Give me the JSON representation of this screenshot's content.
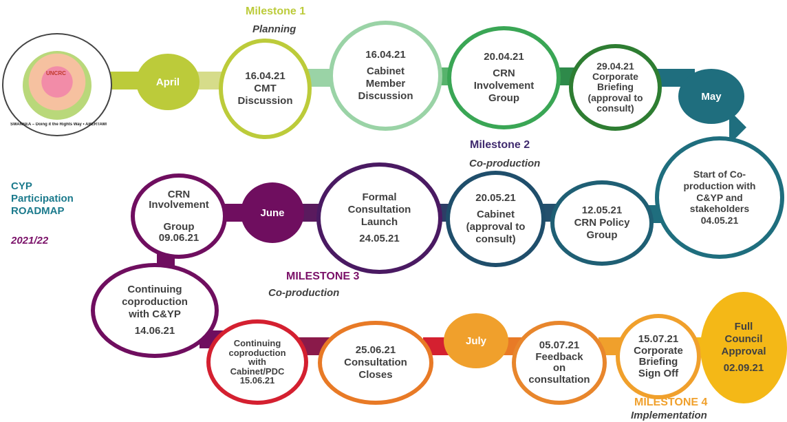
{
  "colors": {
    "lime": "#bccb3a",
    "mint": "#7dcc9a",
    "green": "#3aa655",
    "darkgreen": "#2e7d32",
    "teal": "#1f6e7e",
    "navy": "#1f4e6b",
    "purple": "#6f0e5f",
    "red": "#d42030",
    "orange": "#e87a26",
    "amber": "#f0a02c",
    "gold": "#f4b817",
    "title_teal": "#1b7a8c",
    "plum": "#7a1068"
  },
  "logo": {
    "ring_text": "SWANSEA – Doing it the Rights Way • ABERTAWE – Yn Sicrhau Hawliau Plant • UNCRC@swansea.gov.uk",
    "badge": "UNCRC"
  },
  "sidebar": {
    "title_line1": "CYP",
    "title_line2": "Participation",
    "title_line3": "ROADMAP",
    "year": "2021/22"
  },
  "milestones": [
    {
      "title": "Milestone 1",
      "subtitle": "Planning"
    },
    {
      "title": "Milestone 2",
      "subtitle": "Co-production"
    },
    {
      "title": "MILESTONE 3",
      "subtitle": "Co-production"
    },
    {
      "title": "MILESTONE 4",
      "subtitle": "Implementation"
    }
  ],
  "months": {
    "april": "April",
    "may": "May",
    "june": "June",
    "july": "July"
  },
  "steps": {
    "cmt": {
      "date": "16.04.21",
      "text": "CMT\nDiscussion"
    },
    "cabinet_member": {
      "date": "16.04.21",
      "text": "Cabinet\nMember\nDiscussion"
    },
    "crn_group_april": {
      "date": "20.04.21",
      "text": "CRN\nInvolvement\nGroup"
    },
    "corporate_briefing": {
      "date": "29.04.21",
      "text": "Corporate\nBriefing\n(approval to\nconsult)"
    },
    "start_coproduction": {
      "text": "Start of Co-\nproduction with\nC&YP and\nstakeholders",
      "date": "04.05.21"
    },
    "crn_policy": {
      "date": "12.05.21",
      "text": "CRN Policy\nGroup"
    },
    "cabinet_approval": {
      "date": "20.05.21",
      "text": "Cabinet\n(approval to\nconsult)"
    },
    "formal_consultation": {
      "text": "Formal\nConsultation\nLaunch",
      "date": "24.05.21"
    },
    "crn_group_june": {
      "text": "CRN\nInvolvement\n\nGroup",
      "date": "09.06.21"
    },
    "continuing_cyp": {
      "text": "Continuing\ncoproduction\nwith C&YP",
      "date": "14.06.21"
    },
    "continuing_cabinet": {
      "text": "Continuing\ncoproduction\nwith\nCabinet/PDC",
      "date": "15.06.21"
    },
    "consultation_closes": {
      "date": "25.06.21",
      "text": "Consultation\nCloses"
    },
    "feedback": {
      "date": "05.07.21",
      "text": "Feedback\non\nconsultation"
    },
    "sign_off": {
      "date": "15.07.21",
      "text": "Corporate\nBriefing\nSign Off"
    },
    "full_council": {
      "text": "Full\nCouncil\nApproval",
      "date": "02.09.21"
    }
  }
}
